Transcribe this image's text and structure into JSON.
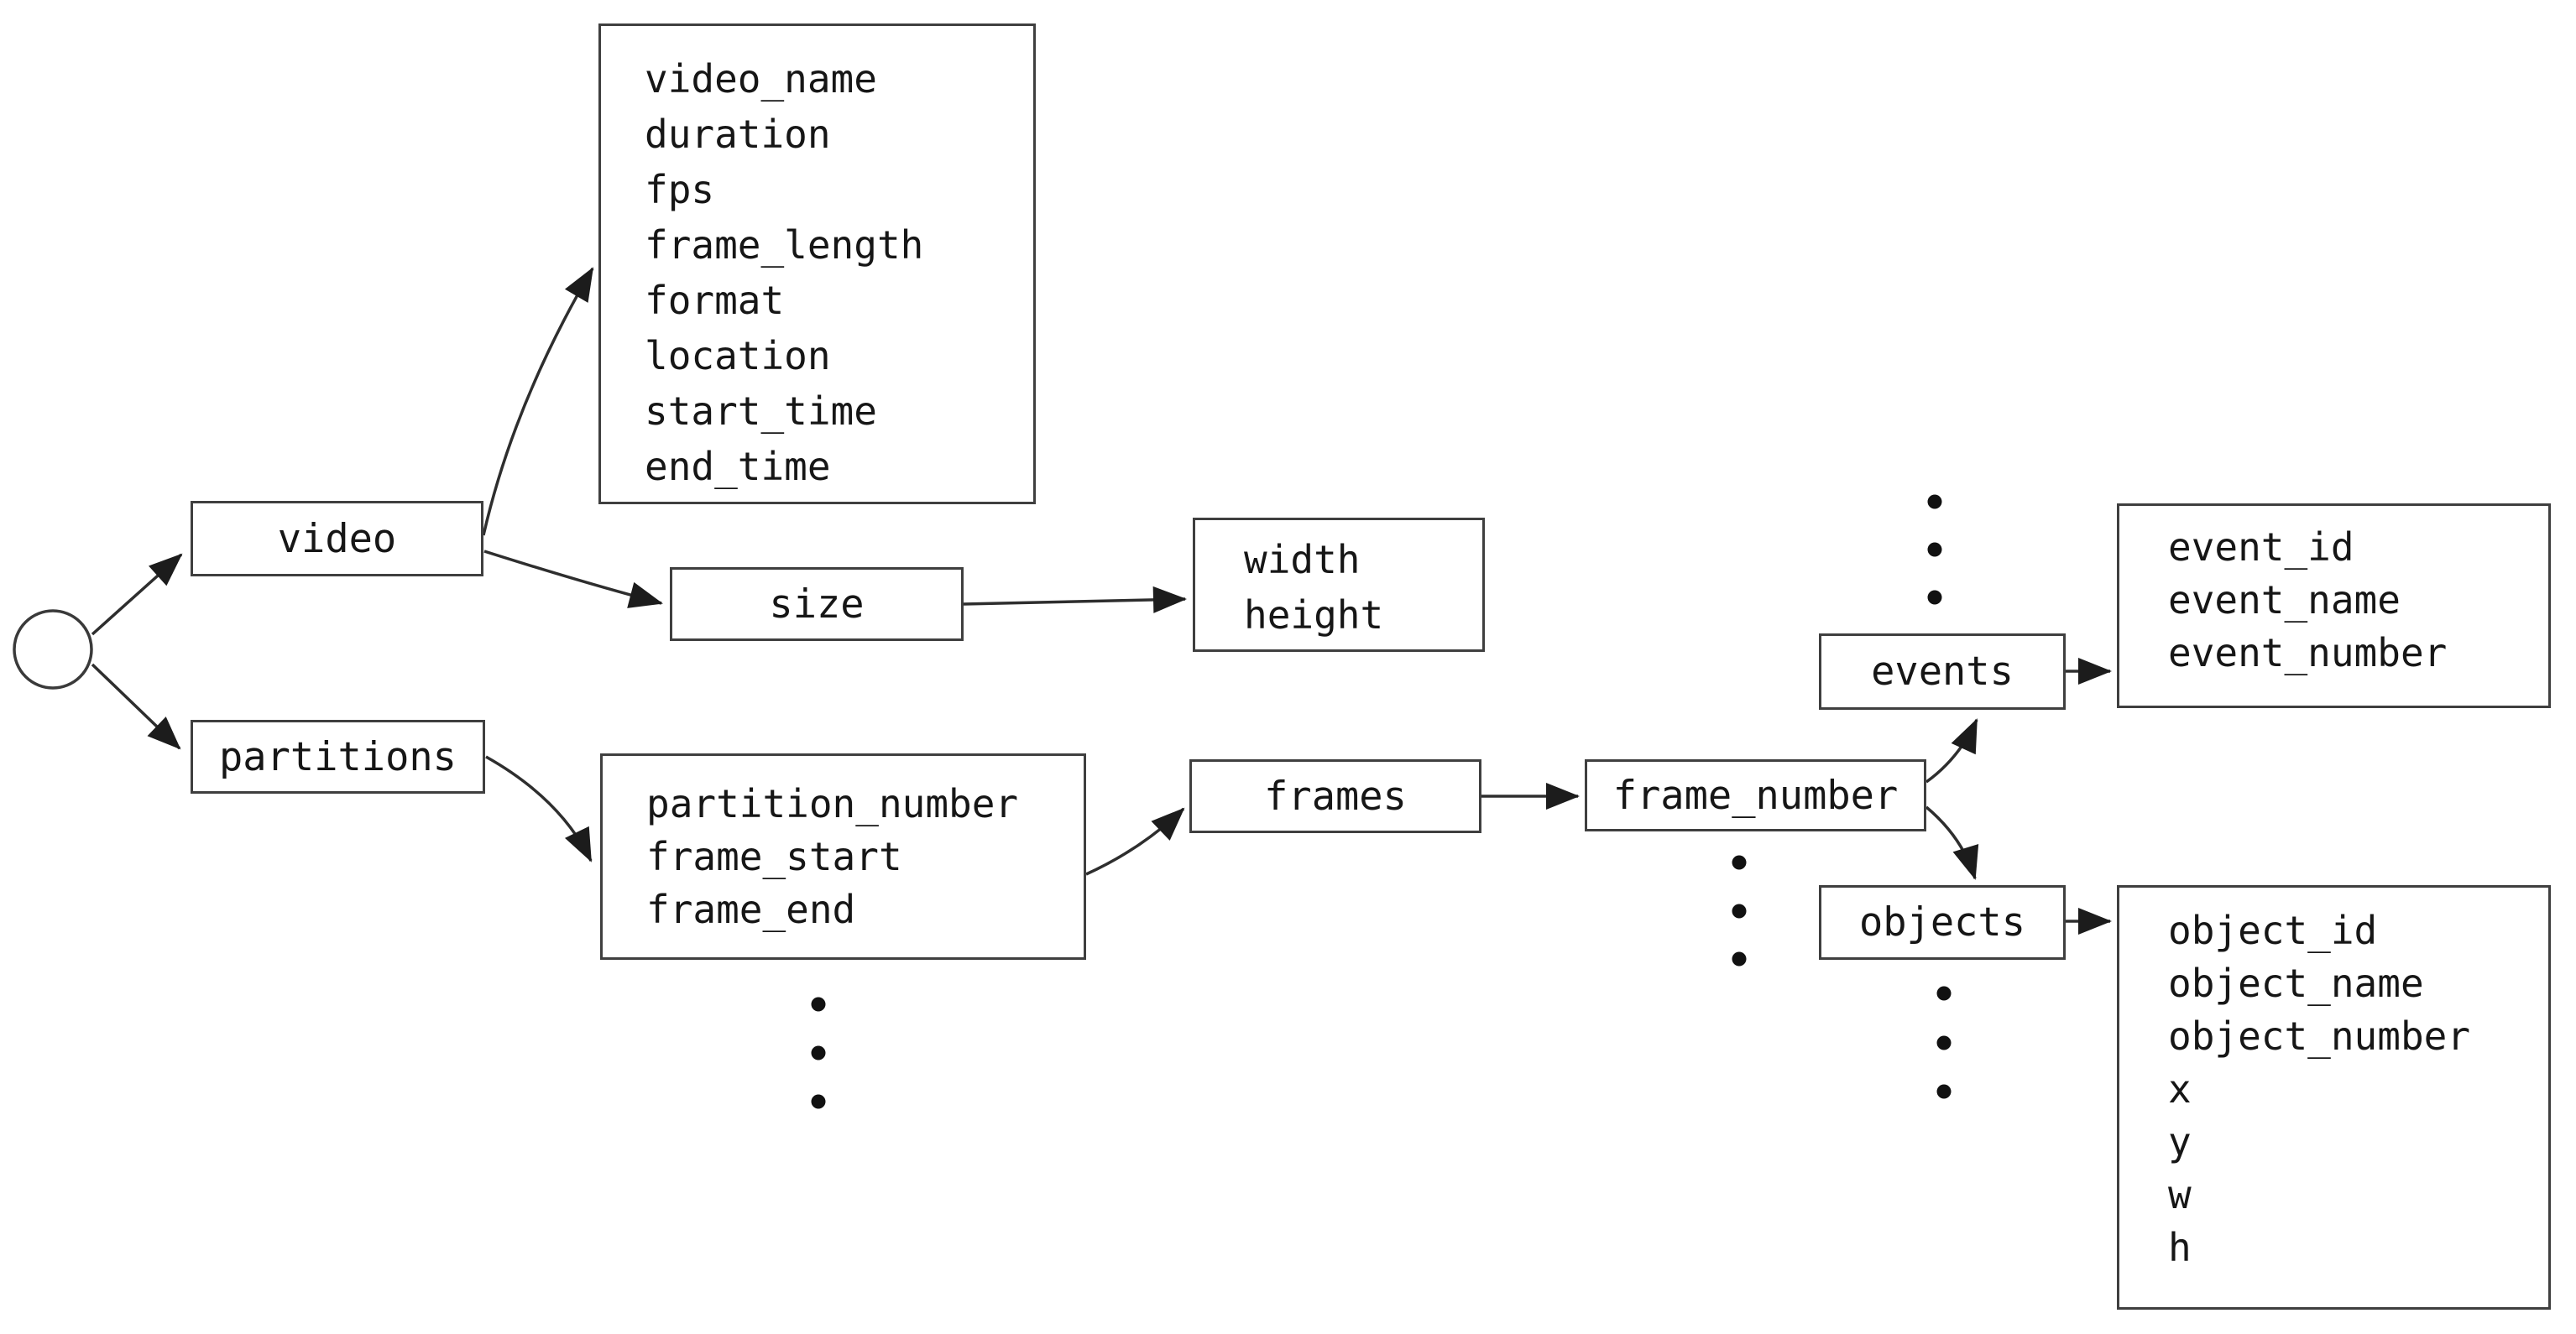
{
  "diagram": {
    "kind": "tree-schema",
    "colors": {
      "background": "#ffffff",
      "box_border": "#3f3f3f",
      "text": "#161616",
      "connector": "#2e2e2e"
    },
    "icons": {
      "root_node": "empty-circle",
      "repetition": "vertical-ellipsis-dots"
    },
    "nodes": {
      "video": {
        "label": "video"
      },
      "video_fields": {
        "fields": [
          "video_name",
          "duration",
          "fps",
          "frame_length",
          "format",
          "location",
          "start_time",
          "end_time"
        ]
      },
      "size": {
        "label": "size"
      },
      "size_fields": {
        "fields": [
          "width",
          "height"
        ]
      },
      "partitions": {
        "label": "partitions"
      },
      "partition_fields": {
        "fields": [
          "partition_number",
          "frame_start",
          "frame_end"
        ]
      },
      "frames": {
        "label": "frames"
      },
      "frame_number": {
        "label": "frame_number"
      },
      "events": {
        "label": "events"
      },
      "event_fields": {
        "fields": [
          "event_id",
          "event_name",
          "event_number"
        ]
      },
      "objects": {
        "label": "objects"
      },
      "object_fields": {
        "fields": [
          "object_id",
          "object_name",
          "object_number",
          "x",
          "y",
          "w",
          "h"
        ]
      }
    },
    "edges": [
      {
        "from": "root",
        "to": "video"
      },
      {
        "from": "root",
        "to": "partitions"
      },
      {
        "from": "video",
        "to": "video_fields"
      },
      {
        "from": "video",
        "to": "size"
      },
      {
        "from": "size",
        "to": "size_fields"
      },
      {
        "from": "partitions",
        "to": "partition_fields"
      },
      {
        "from": "partition_fields",
        "to": "frames"
      },
      {
        "from": "frames",
        "to": "frame_number"
      },
      {
        "from": "frame_number",
        "to": "events"
      },
      {
        "from": "frame_number",
        "to": "objects"
      },
      {
        "from": "events",
        "to": "event_fields"
      },
      {
        "from": "objects",
        "to": "object_fields"
      }
    ]
  }
}
